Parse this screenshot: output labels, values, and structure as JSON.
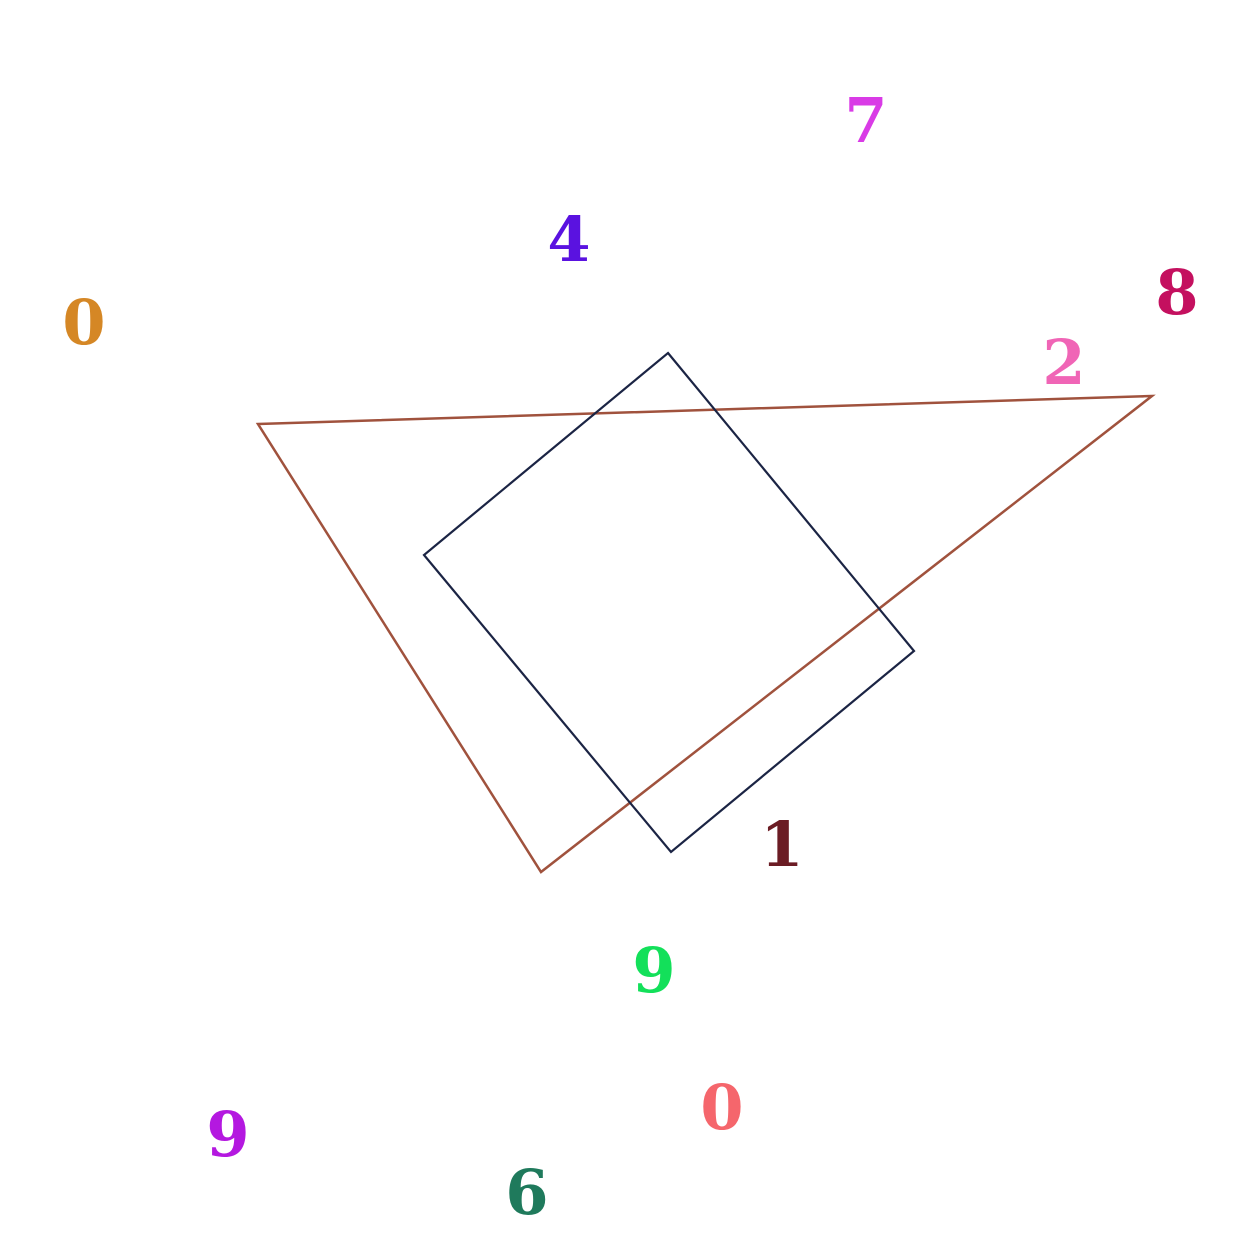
{
  "shapes": [
    {
      "name": "triangle-outline",
      "kind": "triangle",
      "color": "#a0523d"
    },
    {
      "name": "quadrilateral-outline",
      "kind": "quadrilateral",
      "color": "#1b2444"
    }
  ],
  "labels": [
    {
      "name": "digit-7",
      "text": "7",
      "color": "#d93be6"
    },
    {
      "name": "digit-4",
      "text": "4",
      "color": "#5a12e0"
    },
    {
      "name": "digit-0-left",
      "text": "0",
      "color": "#d58725"
    },
    {
      "name": "digit-8",
      "text": "8",
      "color": "#c4105f"
    },
    {
      "name": "digit-2",
      "text": "2",
      "color": "#f065b6"
    },
    {
      "name": "digit-1",
      "text": "1",
      "color": "#6b1c24"
    },
    {
      "name": "digit-9-middle",
      "text": "9",
      "color": "#13e05a"
    },
    {
      "name": "digit-0-bottom",
      "text": "0",
      "color": "#f5666c"
    },
    {
      "name": "digit-9-left",
      "text": "9",
      "color": "#b418e0"
    },
    {
      "name": "digit-6",
      "text": "6",
      "color": "#1f7a5c"
    }
  ]
}
